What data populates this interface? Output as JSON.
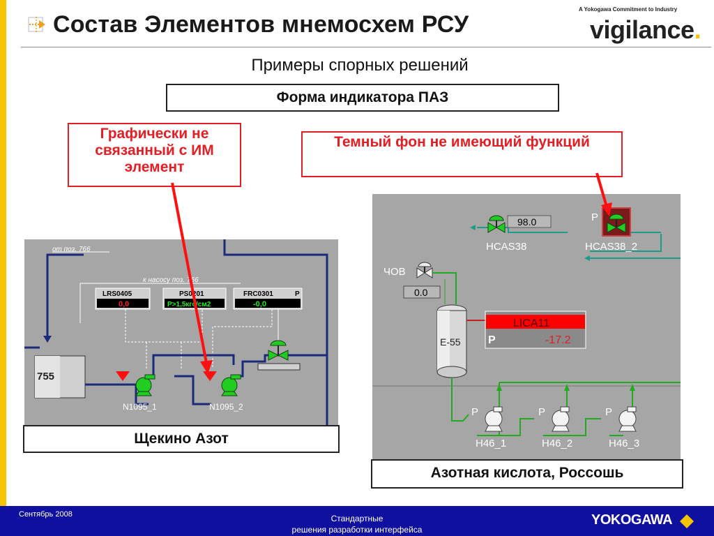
{
  "header": {
    "title": "Состав Элементов мнемосхем РСУ",
    "subtitle": "Примеры спорных решений",
    "brand_tagline": "A Yokogawa Commitment to Industry",
    "brand_name": "vigilance",
    "brand_dot": "."
  },
  "section": {
    "heading": "Форма индикатора ПАЗ"
  },
  "callouts": {
    "left": "Графически не связанный с ИМ элемент",
    "right": "Темный фон не имеющий функций"
  },
  "left_screen": {
    "caption": "Щекино Азот",
    "line_note_top": "от поз. 766",
    "line_note_pump": "к насосу поз. 766",
    "tank_label": "755",
    "indicators": [
      {
        "tag": "LRS0405",
        "value": "0,0"
      },
      {
        "tag": "PS0201",
        "value": "P>1,5кгс/см2"
      },
      {
        "tag": "FRC0301",
        "mode": "P",
        "value": "-0,0"
      }
    ],
    "pumps": [
      "N1095_1",
      "N1095_2"
    ]
  },
  "right_screen": {
    "caption": "Азотная кислота, Россошь",
    "valve_1": {
      "tag": "HCAS38",
      "value": "98.0"
    },
    "valve_2": {
      "tag": "HCAS38_2",
      "mode": "P"
    },
    "chov": {
      "label": "ЧОВ",
      "value": "0.0"
    },
    "vessel": "E-55",
    "level": {
      "tag": "LICA11",
      "mode": "P",
      "value": "-17.2"
    },
    "pumps": [
      {
        "tag": "H46_1",
        "mode": "P"
      },
      {
        "tag": "H46_2",
        "mode": "P"
      },
      {
        "tag": "H46_3",
        "mode": "P"
      }
    ]
  },
  "footer": {
    "date": "Сентябрь 2008",
    "center_line1": "Стандартные",
    "center_line2": "решения разработки интерфейса",
    "logo": "YOKOGAWA"
  },
  "colors": {
    "accent_yellow": "#f5c400",
    "callout_red": "#e31e24",
    "footer_blue": "#1010a0",
    "screen_gray": "#a6a6a6",
    "pump_green": "#22cc22"
  }
}
